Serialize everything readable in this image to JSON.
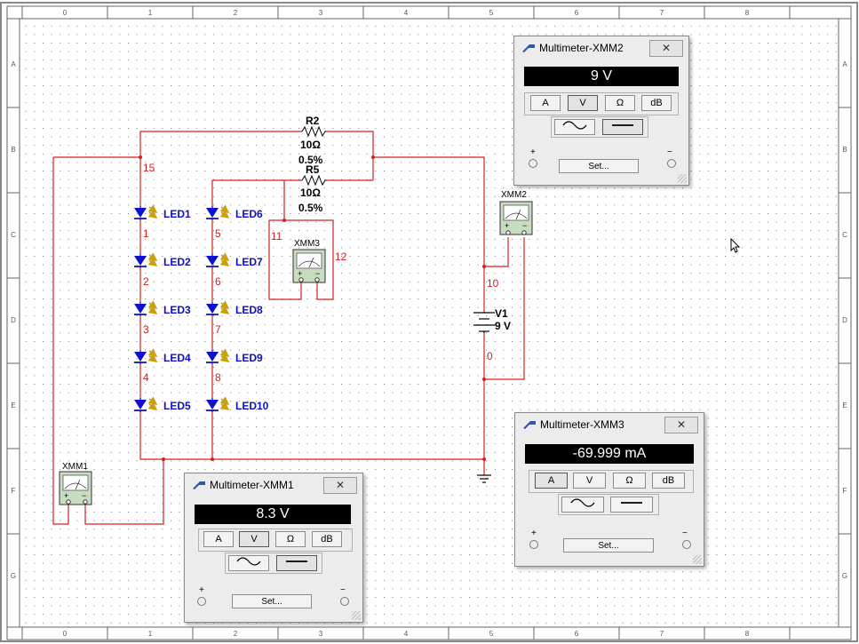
{
  "ruler": {
    "columns": [
      "0",
      "1",
      "2",
      "3",
      "4",
      "5",
      "6",
      "7",
      "8"
    ],
    "rows": [
      "A",
      "B",
      "C",
      "D",
      "E",
      "F",
      "G"
    ]
  },
  "components": {
    "R2": {
      "name": "R2",
      "value": "10Ω",
      "tolerance": "0.5%"
    },
    "R5": {
      "name": "R5",
      "value": "10Ω",
      "tolerance": "0.5%"
    },
    "V1": {
      "name": "V1",
      "value": "9 V"
    },
    "XMM1": {
      "name": "XMM1"
    },
    "XMM2": {
      "name": "XMM2"
    },
    "XMM3": {
      "name": "XMM3"
    },
    "leds_left": [
      "LED1",
      "LED2",
      "LED3",
      "LED4",
      "LED5"
    ],
    "leds_right": [
      "LED6",
      "LED7",
      "LED8",
      "LED9",
      "LED10"
    ]
  },
  "nets": {
    "n15": "15",
    "left": [
      "1",
      "2",
      "3",
      "4"
    ],
    "right": [
      "5",
      "6",
      "7",
      "8"
    ],
    "n11": "11",
    "n12": "12",
    "n10": "10",
    "n0": "0"
  },
  "multimeters": {
    "xmm2": {
      "title": "Multimeter-XMM2",
      "reading": "9 V",
      "selected": "V"
    },
    "xmm3": {
      "title": "Multimeter-XMM3",
      "reading": "-69.999 mA",
      "selected": "A"
    },
    "xmm1": {
      "title": "Multimeter-XMM1",
      "reading": "8.3 V",
      "selected": "V"
    }
  },
  "buttons": {
    "amp": "A",
    "volt": "V",
    "ohm": "Ω",
    "db": "dB",
    "set": "Set...",
    "close": "✕"
  },
  "terminals": {
    "plus": "+",
    "minus": "−"
  },
  "colors": {
    "wire": "#d42020",
    "led": "#1010d0",
    "label_led": "#1010c0",
    "net": "#d42020",
    "arrow": "#c8a010"
  }
}
